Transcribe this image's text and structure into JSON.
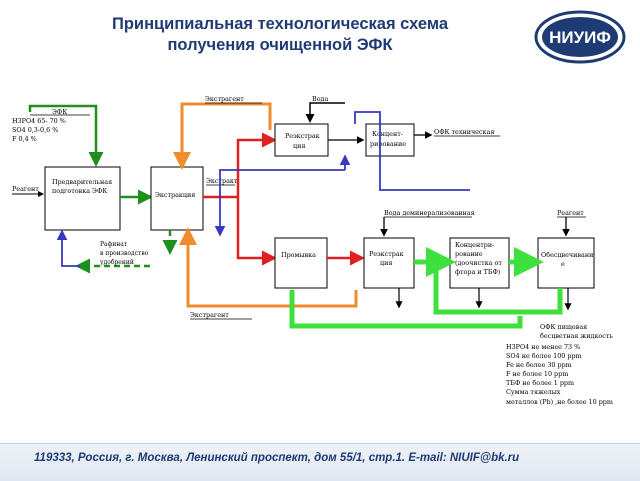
{
  "header": {
    "title_line1": "Принципиальная  технологическая схема",
    "title_line2": "получения очищенной ЭФК",
    "logo_text": "НИУИФ"
  },
  "diagram": {
    "efk_inputs": [
      "ЭФК",
      "H3PO4   65- 70 %",
      "SO4       0,3-0,6 %",
      "F          0,4 %"
    ],
    "reagent_left": "Реагент",
    "box_prep": [
      "Предварительная",
      "подготовка ЭФК"
    ],
    "box_extraction": "Экстракция",
    "box_reextraction": [
      "Реэкстрак",
      "ция"
    ],
    "box_conc_top": [
      "Концент-",
      "рирование"
    ],
    "efk_technical": "ОФК техническая",
    "extractant_top": "Экстрагент",
    "water_top": "Вода",
    "extract_label": "Экстракт",
    "raffinate": [
      "Рафинат",
      "в производство",
      "удобрений"
    ],
    "box_washing": "Промывка",
    "box_reextraction2": [
      "Реэкстрак",
      "ция"
    ],
    "box_conc_bottom": [
      "Концентри-",
      "рование",
      "(доочистка от",
      "фтора и ТБФ)"
    ],
    "box_decolor": [
      "Обесцвечивани",
      "е"
    ],
    "demin_water": "Вода деминерализованная",
    "reagent_right": "Реагент",
    "extractant_bottom": "Экстрагент",
    "product_title": [
      "ОФК пищевая",
      "бесцветная жидкость"
    ],
    "product_specs": [
      "H3PO4 не менее 73 %",
      "SO4 не более 100 ppm",
      "Fe не более 30 ppm",
      "F не более 10 ppm",
      "ТБФ не более 1 ppm",
      "Сумма тяжелых",
      "металлов (Pb) ,не более 10 ppm"
    ]
  },
  "footer": {
    "address": "119333, Россия, г. Москва, Ленинский проспект, дом 55/1, стр.1. E-mail: NIUIF@bk.ru"
  },
  "colors": {
    "title": "#1f3b73",
    "extractant_stream": "#f08c2c",
    "extract_stream": "#e02020",
    "water_stream": "#3838c0",
    "product_stream": "#3ee03e",
    "efk_stream": "#1f8f1f"
  }
}
